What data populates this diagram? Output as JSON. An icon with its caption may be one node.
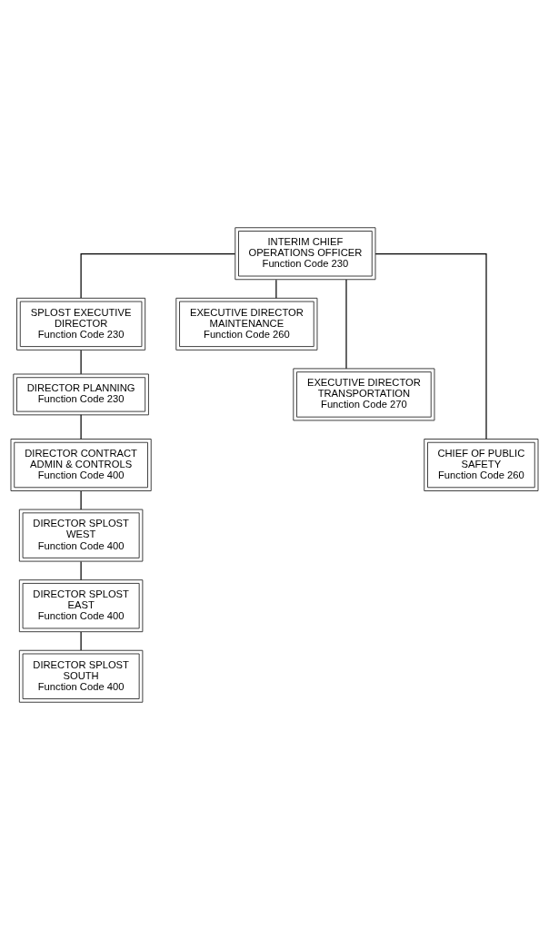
{
  "diagram": {
    "nodes": [
      {
        "text": [
          "INTERIM CHIEF OPERATIONS OFFICER",
          "Function Code 230"
        ]
      },
      {
        "text": [
          "SPLOST EXECUTIVE DIRECTOR",
          "Function Code 230"
        ]
      },
      {
        "text": [
          "DIRECTOR PLANNING",
          "Function Code 230"
        ]
      },
      {
        "text": [
          "DIRECTOR CONTRACT ADMIN & CONTROLS",
          "Function Code 400"
        ]
      },
      {
        "text": [
          "DIRECTOR SPLOST WEST",
          "Function Code 400"
        ]
      },
      {
        "text": [
          "DIRECTOR SPLOST EAST",
          "Function Code 400"
        ]
      },
      {
        "text": [
          "DIRECTOR SPLOST SOUTH",
          "Function Code 400"
        ]
      },
      {
        "text": [
          "EXECUTIVE DIRECTOR MAINTENANCE",
          "Function Code 260"
        ]
      },
      {
        "text": [
          "EXECUTIVE DIRECTOR TRANSPORTATION",
          "Function Code 270"
        ]
      },
      {
        "text": [
          "CHIEF OF PUBLIC SAFETY",
          "Function Code 260"
        ]
      }
    ],
    "edges": [
      {
        "from": 0,
        "to": 1,
        "arrow": "none"
      },
      {
        "from": 0,
        "to": 7,
        "arrow": "none"
      },
      {
        "from": 0,
        "to": 8,
        "arrow": "none"
      },
      {
        "from": 0,
        "to": 9,
        "arrow": "none"
      },
      {
        "from": 1,
        "to": 2,
        "arrow": "none"
      },
      {
        "from": 2,
        "to": 3,
        "arrow": "none"
      },
      {
        "from": 3,
        "to": 4,
        "arrow": "none"
      },
      {
        "from": 4,
        "to": 5,
        "arrow": "none"
      },
      {
        "from": 5,
        "to": 6,
        "arrow": "none"
      }
    ]
  }
}
